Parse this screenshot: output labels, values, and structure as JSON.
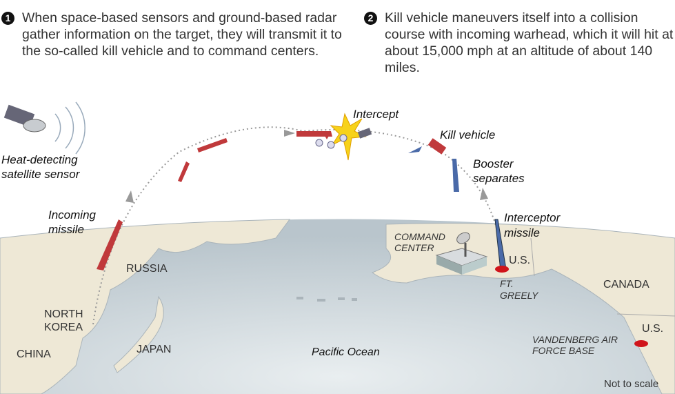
{
  "steps": [
    {
      "number": "1",
      "text": "When space-based sensors and ground-based radar gather information on the target, they will transmit it to the so-called kill vehicle and to command centers."
    },
    {
      "number": "2",
      "text": "Kill vehicle maneuvers itself into a collision course with incoming warhead, which it will hit at about 15,000 mph at an altitude of about 140 miles."
    }
  ],
  "labels": {
    "satellite_1": "Heat-detecting",
    "satellite_2": "satellite sensor",
    "incoming_1": "Incoming",
    "incoming_2": "missile",
    "intercept": "Intercept",
    "kill_vehicle": "Kill vehicle",
    "booster_1": "Booster",
    "booster_2": "separates",
    "interceptor_1": "Interceptor",
    "interceptor_2": "missile",
    "command_1": "COMMAND",
    "command_2": "CENTER"
  },
  "map": {
    "russia": "RUSSIA",
    "north_korea_1": "NORTH",
    "north_korea_2": "KOREA",
    "china": "CHINA",
    "japan": "JAPAN",
    "pacific": "Pacific Ocean",
    "us_alaska": "U.S.",
    "ft_greely_1": "FT.",
    "ft_greely_2": "GREELY",
    "canada": "CANADA",
    "us_mainland": "U.S.",
    "vandenberg_1": "VANDENBERG AIR",
    "vandenberg_2": "FORCE BASE",
    "not_to_scale": "Not to scale"
  },
  "colors": {
    "warhead": "#c0393b",
    "interceptor": "#4a6aa8",
    "land": "#eee8d6",
    "sea": "#d3dbe0",
    "site": "#d0141b"
  }
}
